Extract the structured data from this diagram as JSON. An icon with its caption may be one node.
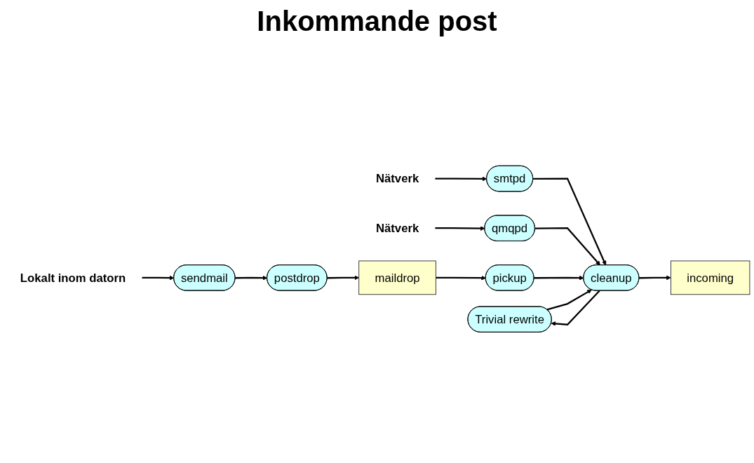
{
  "diagram": {
    "title": "Inkommande post",
    "nodes": [
      {
        "text": [
          "Trivial rewrite"
        ]
      },
      {
        "text": [
          "Nätverk"
        ]
      },
      {
        "text": [
          "smtpd"
        ]
      },
      {
        "text": [
          "Nätverk"
        ]
      },
      {
        "text": [
          "qmqpd"
        ]
      },
      {
        "text": [
          "cleanup"
        ]
      },
      {
        "text": [
          "incoming"
        ]
      },
      {
        "text": [
          "pickup"
        ]
      },
      {
        "text": [
          "maildrop"
        ]
      },
      {
        "text": [
          "Lokalt inom datorn"
        ]
      },
      {
        "text": [
          "sendmail"
        ]
      },
      {
        "text": [
          "postdrop"
        ]
      }
    ],
    "edges": [
      {
        "from": 1,
        "to": 2,
        "arrow": "to"
      },
      {
        "from": 3,
        "to": 4,
        "arrow": "to"
      },
      {
        "from": 2,
        "to": 5,
        "arrow": "to"
      },
      {
        "from": 4,
        "to": 5,
        "arrow": "to"
      },
      {
        "from": 7,
        "to": 5,
        "arrow": "to"
      },
      {
        "from": 5,
        "to": 0,
        "arrow": "to"
      },
      {
        "from": 0,
        "to": 5,
        "arrow": "to"
      },
      {
        "from": 5,
        "to": 6,
        "arrow": "to"
      },
      {
        "from": 8,
        "to": 7,
        "arrow": "to"
      },
      {
        "from": 9,
        "to": 10,
        "arrow": "to"
      },
      {
        "from": 10,
        "to": 11,
        "arrow": "to"
      },
      {
        "from": 11,
        "to": 8,
        "arrow": "to"
      }
    ]
  }
}
